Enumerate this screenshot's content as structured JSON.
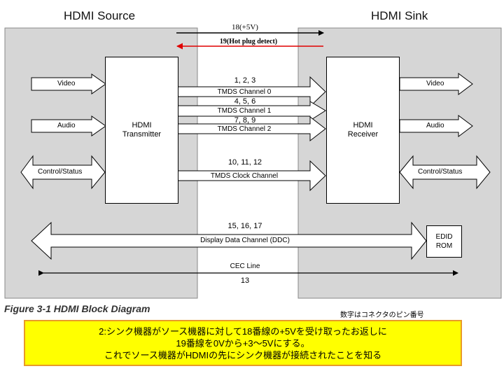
{
  "headings": {
    "source": "HDMI Source",
    "sink": "HDMI Sink"
  },
  "blocks": {
    "transmitter": {
      "line1": "HDMI",
      "line2": "Transmitter"
    },
    "receiver": {
      "line1": "HDMI",
      "line2": "Receiver"
    },
    "edid": {
      "line1": "EDID",
      "line2": "ROM"
    }
  },
  "inputs": {
    "video": "Video",
    "audio": "Audio",
    "control": "Control/Status"
  },
  "outputs": {
    "video": "Video",
    "audio": "Audio",
    "control": "Control/Status"
  },
  "signals": {
    "power": {
      "pin": "18(+5V)"
    },
    "hotplug": {
      "pin": "19(Hot plug detect)"
    },
    "tmds0": {
      "pins": "1, 2, 3",
      "label": "TMDS Channel 0"
    },
    "tmds1": {
      "pins": "4, 5, 6",
      "label": "TMDS Channel 1"
    },
    "tmds2": {
      "pins": "7, 8, 9",
      "label": "TMDS Channel 2"
    },
    "clock": {
      "pins": "10, 11, 12",
      "label": "TMDS Clock Channel"
    },
    "ddc": {
      "pins": "15, 16, 17",
      "label": "Display Data Channel (DDC)"
    },
    "cec": {
      "label": "CEC Line",
      "pin": "13"
    }
  },
  "caption": "Figure 3-1 HDMI Block Diagram",
  "pin_note": "数字はコネクタのピン番号",
  "note": {
    "line1": "2:シンク機器がソース機器に対して18番線の+5Vを受け取ったお返しに",
    "line2": "19番線を0Vから+3～5Vにする。",
    "line3": "これでソース機器がHDMIの先にシンク機器が接続されたことを知る"
  },
  "colors": {
    "panel": "#d6d6d6",
    "hotplug_arrow": "#e00000",
    "note_bg": "#ffff00",
    "note_border": "#e89a2a"
  }
}
